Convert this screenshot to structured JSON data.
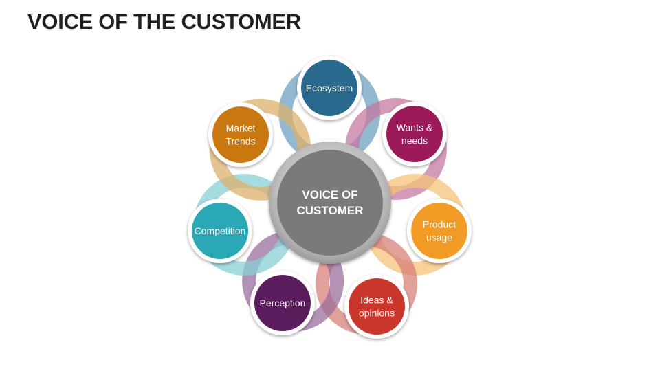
{
  "title": "VOICE OF THE CUSTOMER",
  "diagram": {
    "center": {
      "lines": [
        "VOICE OF",
        "CUSTOMER"
      ],
      "color": "#7a7a7a"
    },
    "nodes": [
      {
        "id": "ecosystem",
        "lines": [
          "Ecosystem"
        ],
        "color": "#2b6a8f",
        "ring": "#6fa2c0"
      },
      {
        "id": "wants-needs",
        "lines": [
          "Wants &",
          "needs"
        ],
        "color": "#9c1a5a",
        "ring": "#c47aa0"
      },
      {
        "id": "product",
        "lines": [
          "Product",
          "usage"
        ],
        "color": "#f29c26",
        "ring": "#f6c27a"
      },
      {
        "id": "ideas",
        "lines": [
          "Ideas &",
          "opinions"
        ],
        "color": "#c8362c",
        "ring": "#d8807a"
      },
      {
        "id": "perception",
        "lines": [
          "Perception"
        ],
        "color": "#5b1c5e",
        "ring": "#9a6f9c"
      },
      {
        "id": "competition",
        "lines": [
          "Competition"
        ],
        "color": "#2aa8b5",
        "ring": "#88cfd6"
      },
      {
        "id": "market",
        "lines": [
          "Market",
          "Trends"
        ],
        "color": "#c97810",
        "ring": "#deb06c"
      }
    ]
  }
}
